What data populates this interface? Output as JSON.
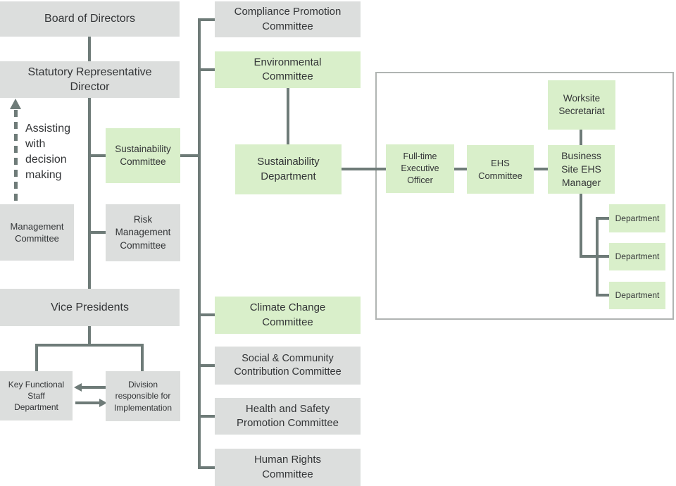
{
  "palette": {
    "box_gray": "#dcdedd",
    "box_green": "#d9efca",
    "connector_line": "#6e7b78",
    "container_border": "#b0b4b2",
    "text": "#333537"
  },
  "org_chart": {
    "annotation": "Assisting\nwith\ndecision\nmaking",
    "nodes": {
      "board": "Board of Directors",
      "statutory": "Statutory Representative\nDirector",
      "sustainability_committee": "Sustainability\nCommittee",
      "risk_management": "Risk\nManagement\nCommittee",
      "management_committee": "Management\nCommittee",
      "vice_presidents": "Vice Presidents",
      "key_functional": "Key Functional\nStaff\nDepartment",
      "division_implementation": "Division\nresponsible for\nImplementation",
      "compliance": "Compliance Promotion\nCommittee",
      "environmental": "Environmental\nCommittee",
      "sustainability_department": "Sustainability\nDepartment",
      "climate": "Climate Change\nCommittee",
      "social": "Social & Community\nContribution Committee",
      "health": "Health and Safety\nPromotion Committee",
      "human_rights": "Human Rights\nCommittee",
      "fulltime_exec": "Full-time\nExecutive\nOfficer",
      "ehs_committee": "EHS\nCommittee",
      "worksite_secretariat": "Worksite\nSecretariat",
      "business_site_ehs": "Business\nSite EHS\nManager",
      "department_1": "Department",
      "department_2": "Department",
      "department_3": "Department"
    }
  }
}
